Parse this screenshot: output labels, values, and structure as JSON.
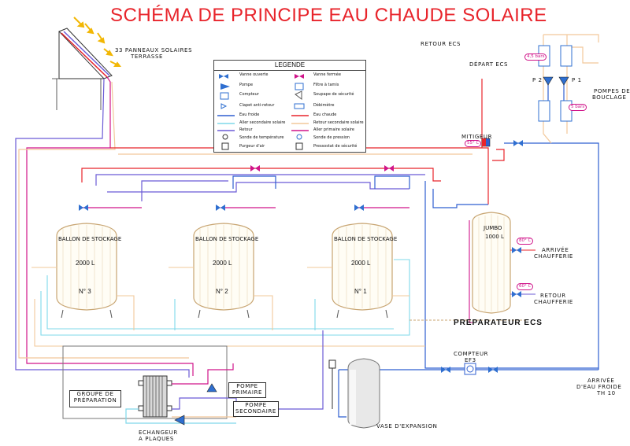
{
  "title": "SCHÉMA DE PRINCIPE EAU CHAUDE SOLAIRE",
  "labels": {
    "panels": "33 PANNEAUX SOLAIRES",
    "panels_sub": "TERRASSE",
    "retour_ecs": "RETOUR ECS",
    "depart_ecs": "DÉPART ECS",
    "mitigeur": "MITIGEUR",
    "pompes_line1": "POMPES DE",
    "pompes_line2": "BOUCLAGE",
    "p1": "P 1",
    "p2": "P 2",
    "jumbo": "JUMBO",
    "jumbo_cap": "1000 L",
    "arrivee_chaufferie_1": "ARRIVÉE",
    "arrivee_chaufferie_2": "CHAUFFERIE",
    "retour_chaufferie_1": "RETOUR",
    "retour_chaufferie_2": "CHAUFFERIE",
    "preparateur": "PREPARATEUR ECS",
    "compteur_1": "COMPTEUR",
    "compteur_2": "EF3",
    "arrivee_eau_1": "ARRIVÉE",
    "arrivee_eau_2": "D'EAU FROIDE",
    "arrivee_eau_3": "TH 10",
    "vase": "VASE D'EXPANSION",
    "groupe_1": "GROUPE DE",
    "groupe_2": "PRÉPARATION",
    "echangeur_1": "ECHANGEUR",
    "echangeur_2": "A PLAQUES",
    "pompe_primaire_1": "POMPE",
    "pompe_primaire_2": "PRIMAIRE",
    "pompe_secondaire_1": "POMPE",
    "pompe_secondaire_2": "SECONDAIRE"
  },
  "badges": {
    "bar_4_5": "4,5 bars",
    "bar_5": "5 bars",
    "mitigeur_temp": "55° C",
    "arrivee_temp": "80° C",
    "retour_temp": "60° C"
  },
  "tanks": [
    {
      "label": "BALLON DE STOCKAGE",
      "capacity": "2000 L",
      "number": "N° 3"
    },
    {
      "label": "BALLON DE STOCKAGE",
      "capacity": "2000 L",
      "number": "N° 2"
    },
    {
      "label": "BALLON DE STOCKAGE",
      "capacity": "2000 L",
      "number": "N° 1"
    }
  ],
  "legend": {
    "title": "LEGENDE",
    "left": [
      "Vanne ouverte",
      "Pompe",
      "Compteur",
      "Clapet anti-retour",
      "Eau froide",
      "Aller secondaire solaire",
      "Retour",
      "Sonde de température",
      "Purgeur d'air"
    ],
    "right": [
      "Vanne fermée",
      "Filtre à tamis",
      "Soupape de sécurité",
      "Débimètre",
      "Eau chaude",
      "Retour secondaire solaire",
      "Aller primaire solaire",
      "Sonde de pression",
      "Pressostat de sécurité"
    ]
  },
  "colors": {
    "title": "#e8242b",
    "cold_water": "#2f5fd0",
    "hot_water": "#e8242b",
    "secondary_supply": "#7fd8ea",
    "secondary_return": "#f2c89a",
    "primary_return": "#6b5bd6",
    "primary_supply": "#d0148a",
    "valve": "#2f6fd0"
  }
}
